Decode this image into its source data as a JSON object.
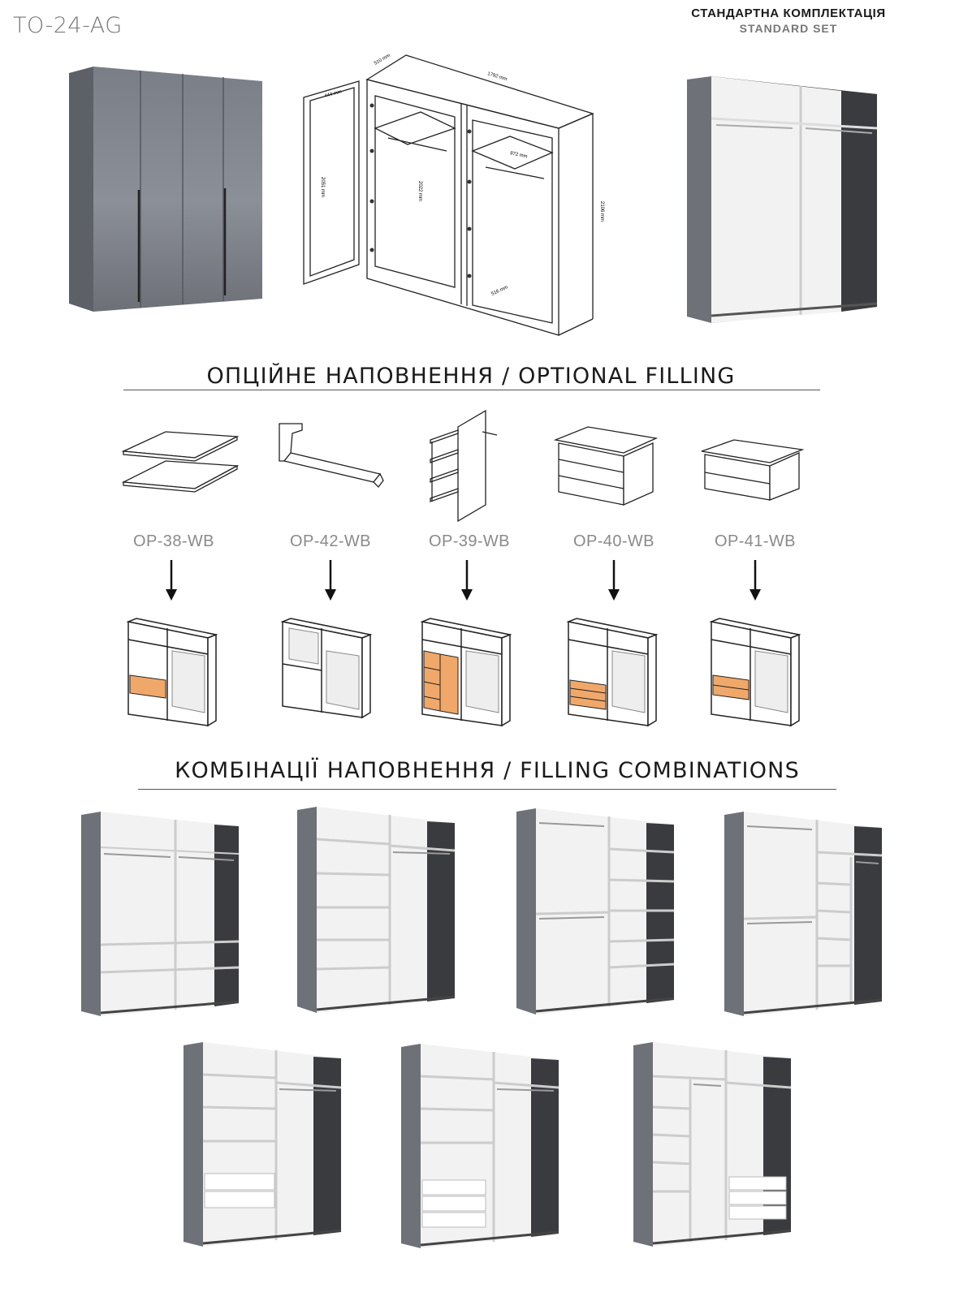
{
  "header": {
    "product_code": "TO-24-AG",
    "standard_set_ua": "СТАНДАРТНА КОМПЛЕКТАЦІЯ",
    "standard_set_en": "STANDARD SET"
  },
  "dimensions": {
    "depth": "510 mm",
    "width": "1792 mm",
    "height": "2106 mm",
    "door_width": "444 mm",
    "door_height": "2051 mm",
    "inner_height": "2022 mm",
    "inner_width": "872 mm",
    "shelf_depth": "516 mm"
  },
  "sections": {
    "optional_filling": "ОПЦІЙНЕ НАПОВНЕННЯ / OPTIONAL FILLING",
    "filling_combinations": "КОМБІНАЦІЇ НАПОВНЕННЯ / FILLING COMBINATIONS"
  },
  "options": [
    {
      "code": "OP-38-WB",
      "icon": "shelves-icon"
    },
    {
      "code": "OP-42-WB",
      "icon": "hanger-rail-icon"
    },
    {
      "code": "OP-39-WB",
      "icon": "side-shelf-unit-icon"
    },
    {
      "code": "OP-40-WB",
      "icon": "three-drawer-unit-icon"
    },
    {
      "code": "OP-41-WB",
      "icon": "two-drawer-unit-icon"
    }
  ],
  "colors": {
    "body_grey": "#6e7178",
    "interior_white": "#f2f2f2",
    "back_dark": "#3a3b3f",
    "highlight_orange": "#f0a86a"
  }
}
